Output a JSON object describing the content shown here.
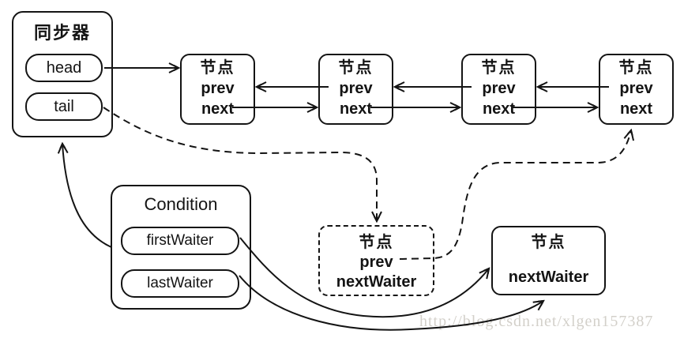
{
  "synchronizer": {
    "title": "同步器",
    "head_label": "head",
    "tail_label": "tail"
  },
  "queue_nodes": [
    {
      "title": "节点",
      "prev_label": "prev",
      "next_label": "next"
    },
    {
      "title": "节点",
      "prev_label": "prev",
      "next_label": "next"
    },
    {
      "title": "节点",
      "prev_label": "prev",
      "next_label": "next"
    },
    {
      "title": "节点",
      "prev_label": "prev",
      "next_label": "next"
    }
  ],
  "condition": {
    "title": "Condition",
    "first_waiter_label": "firstWaiter",
    "last_waiter_label": "lastWaiter"
  },
  "waiting_node": {
    "title": "节点",
    "prev_label": "prev",
    "next_waiter_label": "nextWaiter"
  },
  "last_waiter_node": {
    "title": "节点",
    "next_waiter_label": "nextWaiter"
  },
  "watermark": "http://blog.csdn.net/xlgen157387",
  "colors": {
    "background": "#ffffff",
    "line": "#141414",
    "watermark_text": "#d3d0ca"
  }
}
